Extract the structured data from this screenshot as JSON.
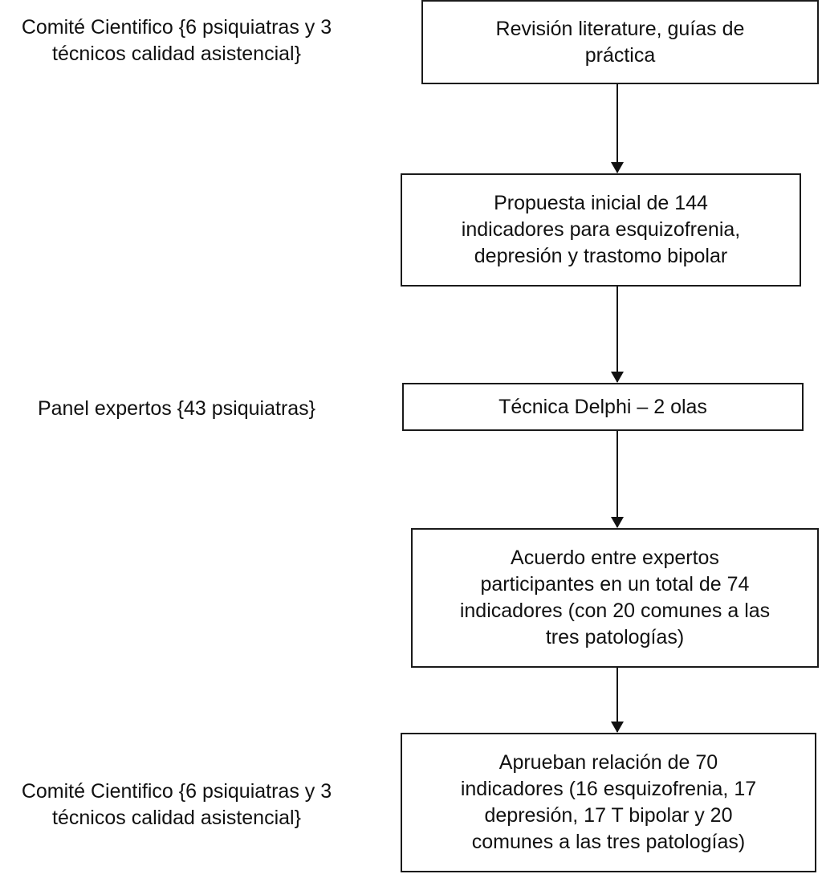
{
  "side_labels": {
    "committee_top": [
      "Comité Cientifico {6 psiquiatras y 3",
      "técnicos calidad asistencial}"
    ],
    "panel": [
      "Panel expertos {43 psiquiatras}"
    ],
    "committee_bottom": [
      "Comité Cientifico {6 psiquiatras y 3",
      "técnicos calidad asistencial}"
    ]
  },
  "steps": [
    {
      "lines": [
        "Revisión literature, guías de",
        "práctica"
      ]
    },
    {
      "lines": [
        "Propuesta inicial de 144",
        "indicadores para esquizofrenia,",
        "depresión y trastomo bipolar"
      ]
    },
    {
      "lines": [
        "Técnica Delphi – 2 olas"
      ]
    },
    {
      "lines": [
        "Acuerdo entre expertos",
        "participantes en un total de 74",
        "indicadores (con 20 comunes a las",
        "tres patologías)"
      ]
    },
    {
      "lines": [
        "Aprueban relación de 70",
        "indicadores (16 esquizofrenia, 17",
        "depresión, 17 T bipolar y 20",
        "comunes a las tres patologías)"
      ]
    }
  ]
}
